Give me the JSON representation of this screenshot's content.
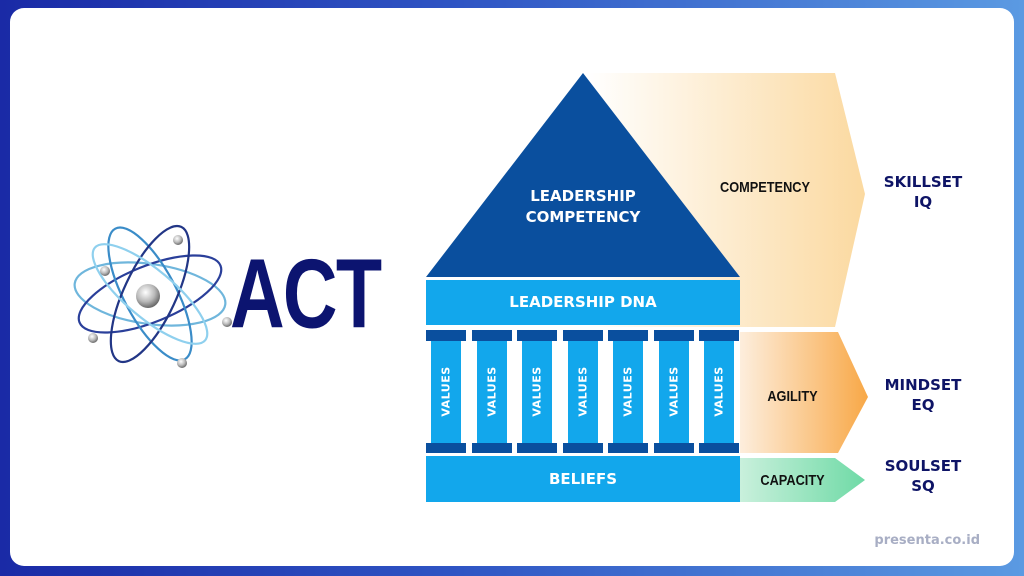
{
  "logo": {
    "icon": "atom-icon",
    "text": "ACT"
  },
  "house": {
    "roof": {
      "line1": "LEADERSHIP",
      "line2": "COMPETENCY"
    },
    "dna": "LEADERSHIP DNA",
    "columns": [
      "VALUES",
      "VALUES",
      "VALUES",
      "VALUES",
      "VALUES",
      "VALUES",
      "VALUES"
    ],
    "foundation": "BELIEFS"
  },
  "arrows": [
    {
      "label": "COMPETENCY",
      "result_line1": "SKILLSET",
      "result_line2": "IQ"
    },
    {
      "label": "AGILITY",
      "result_line1": "MINDSET",
      "result_line2": "EQ"
    },
    {
      "label": "CAPACITY",
      "result_line1": "SOULSET",
      "result_line2": "SQ"
    }
  ],
  "colors": {
    "roof": "#0a4f9e",
    "light_blue": "#12a7ec",
    "cap_blue": "#0a4f9e",
    "competency_gradient_end": "#fbd9a0",
    "agility_gradient_end": "#f8a847",
    "capacity_gradient_end": "#6fdaa6",
    "navy_text": "#0e1466"
  },
  "watermark": "presenta.co.id"
}
